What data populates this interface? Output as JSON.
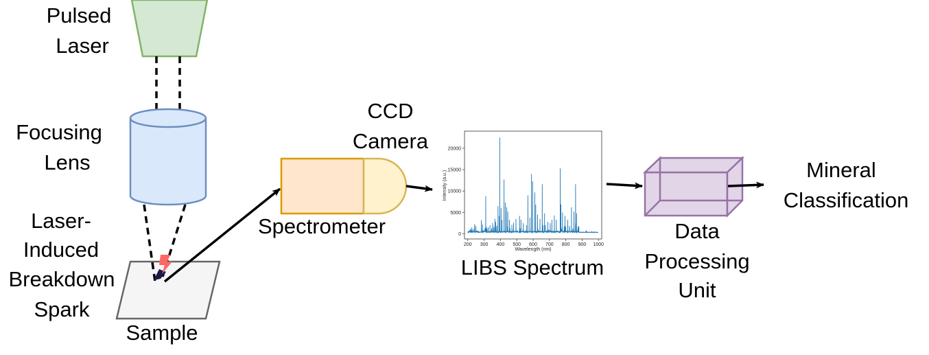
{
  "labels": {
    "laser_line1": "Pulsed",
    "laser_line2": "Laser",
    "lens_line1": "Focusing",
    "lens_line2": "Lens",
    "spark_line1": "Laser-",
    "spark_line2": "Induced",
    "spark_line3": "Breakdown",
    "spark_line4": "Spark",
    "sample": "Sample",
    "spectrometer": "Spectrometer",
    "ccd_line1": "CCD",
    "ccd_line2": "Camera",
    "libs": "LIBS Spectrum",
    "dpu_line1": "Data",
    "dpu_line2": "Processing",
    "dpu_line3": "Unit",
    "mineral_line1": "Mineral",
    "mineral_line2": "Classification"
  },
  "colors": {
    "laser_fill": "#d5e8d4",
    "laser_stroke": "#82b366",
    "lens_fill": "#dae8fc",
    "lens_stroke": "#6c8ebf",
    "spectrometer_fill": "#ffe6cc",
    "spectrometer_stroke": "#d79b00",
    "ccd_fill": "#fff2cc",
    "ccd_stroke": "#d6b656",
    "dpu_fill": "#e1d5e7",
    "dpu_stroke": "#9673a6",
    "sample_fill": "#f5f5f5",
    "sample_stroke": "#666666",
    "spark_color": "#ff6666",
    "spectrum_line": "#1f77b4"
  },
  "icons": {
    "spark": "lightning-bolt-icon"
  },
  "chart_data": {
    "type": "line",
    "title": "",
    "xlabel": "Wavelength (nm)",
    "ylabel": "Intensity (a.u.)",
    "xlim": [
      180,
      1020
    ],
    "ylim": [
      -1200,
      24000
    ],
    "xticks": [
      200,
      300,
      400,
      500,
      600,
      700,
      800,
      900,
      1000
    ],
    "yticks": [
      0,
      5000,
      10000,
      15000,
      20000
    ],
    "ytick_labels": [
      "0",
      "5000",
      "10000",
      "15000",
      "20000"
    ],
    "baseline": 300,
    "x_range": [
      200,
      1000
    ],
    "peaks": [
      {
        "x": 225,
        "y": 1500
      },
      {
        "x": 250,
        "y": 1800
      },
      {
        "x": 283,
        "y": 3200
      },
      {
        "x": 290,
        "y": 2200
      },
      {
        "x": 310,
        "y": 8800
      },
      {
        "x": 325,
        "y": 1500
      },
      {
        "x": 336,
        "y": 2000
      },
      {
        "x": 352,
        "y": 2500
      },
      {
        "x": 366,
        "y": 3500
      },
      {
        "x": 371,
        "y": 2800
      },
      {
        "x": 385,
        "y": 6500
      },
      {
        "x": 393,
        "y": 4200
      },
      {
        "x": 396,
        "y": 22500
      },
      {
        "x": 404,
        "y": 6000
      },
      {
        "x": 410,
        "y": 3300
      },
      {
        "x": 422,
        "y": 12700
      },
      {
        "x": 430,
        "y": 7300
      },
      {
        "x": 438,
        "y": 6200
      },
      {
        "x": 445,
        "y": 5200
      },
      {
        "x": 455,
        "y": 3300
      },
      {
        "x": 470,
        "y": 2100
      },
      {
        "x": 480,
        "y": 2600
      },
      {
        "x": 495,
        "y": 3500
      },
      {
        "x": 517,
        "y": 4200
      },
      {
        "x": 526,
        "y": 3300
      },
      {
        "x": 540,
        "y": 2500
      },
      {
        "x": 560,
        "y": 2000
      },
      {
        "x": 568,
        "y": 9000
      },
      {
        "x": 580,
        "y": 3800
      },
      {
        "x": 590,
        "y": 14000
      },
      {
        "x": 597,
        "y": 12300
      },
      {
        "x": 610,
        "y": 9700
      },
      {
        "x": 616,
        "y": 6800
      },
      {
        "x": 627,
        "y": 4500
      },
      {
        "x": 642,
        "y": 3500
      },
      {
        "x": 656,
        "y": 11600
      },
      {
        "x": 670,
        "y": 4800
      },
      {
        "x": 690,
        "y": 2800
      },
      {
        "x": 705,
        "y": 2500
      },
      {
        "x": 715,
        "y": 3300
      },
      {
        "x": 730,
        "y": 4300
      },
      {
        "x": 742,
        "y": 3300
      },
      {
        "x": 766,
        "y": 15300
      },
      {
        "x": 770,
        "y": 6900
      },
      {
        "x": 780,
        "y": 5000
      },
      {
        "x": 795,
        "y": 4200
      },
      {
        "x": 812,
        "y": 3300
      },
      {
        "x": 835,
        "y": 6200
      },
      {
        "x": 850,
        "y": 5200
      },
      {
        "x": 860,
        "y": 11600
      },
      {
        "x": 866,
        "y": 4800
      },
      {
        "x": 880,
        "y": 1800
      },
      {
        "x": 925,
        "y": 800
      },
      {
        "x": 960,
        "y": 600
      }
    ]
  }
}
